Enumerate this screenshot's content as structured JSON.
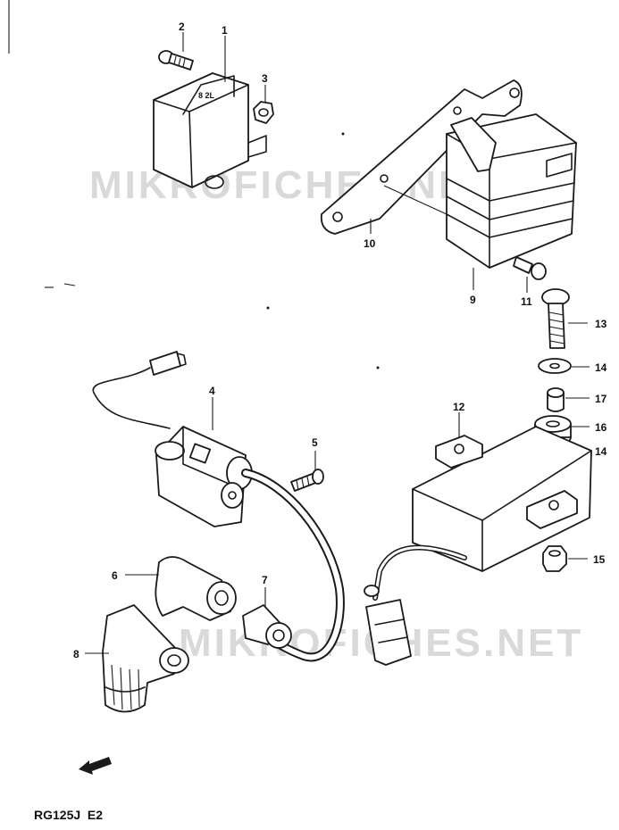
{
  "watermark": "MIKROFICHES.NET",
  "model_code": "RG125J  E2",
  "callouts": [
    "1",
    "2",
    "3",
    "4",
    "5",
    "6",
    "7",
    "8",
    "9",
    "10",
    "11",
    "12",
    "13",
    "14",
    "15",
    "16",
    "17"
  ],
  "labels": {
    "c1": "1",
    "c2": "2",
    "c3": "3",
    "c4": "4",
    "c5": "5",
    "c6": "6",
    "c7": "7",
    "c8": "8",
    "c9": "9",
    "c10": "10",
    "c11": "11",
    "c12": "12",
    "c13": "13",
    "c14a": "14",
    "c14b": "14",
    "c15": "15",
    "c16": "16",
    "c17": "17"
  },
  "colors": {
    "ink": "#1a1a1a",
    "watermark": "#d9d9d9",
    "paper": "#ffffff"
  },
  "icons": {
    "direction_arrow": "front-arrow-icon"
  }
}
